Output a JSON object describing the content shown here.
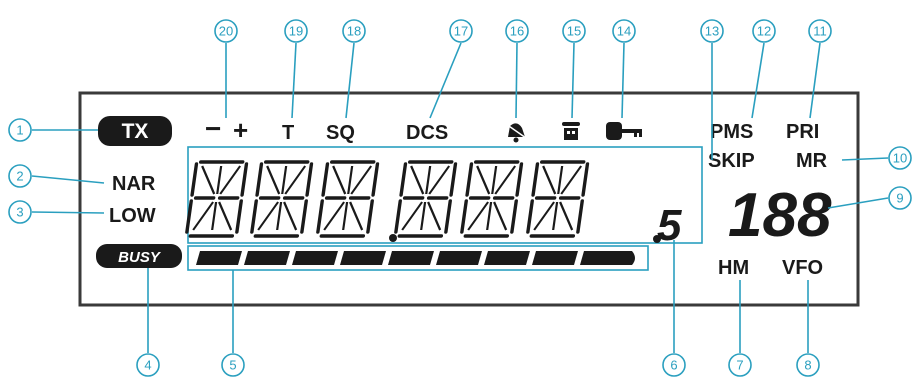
{
  "indicators": {
    "tx": "TX",
    "busy": "BUSY",
    "nar": "NAR",
    "low": "LOW",
    "minus": "−",
    "plus": "+",
    "tone": "T",
    "sq": "SQ",
    "dcs": "DCS",
    "pms": "PMS",
    "pri": "PRI",
    "skip": "SKIP",
    "mr": "MR",
    "hm": "HM",
    "vfo": "VFO",
    "channel_digits": "188",
    "small_digit": "5"
  },
  "callouts": [
    "1",
    "2",
    "3",
    "4",
    "5",
    "6",
    "7",
    "8",
    "9",
    "10",
    "11",
    "12",
    "13",
    "14",
    "15",
    "16",
    "17",
    "18",
    "19",
    "20"
  ],
  "icons": {
    "bell": "bell-icon",
    "phone": "phone-icon",
    "key": "key-icon"
  },
  "colors": {
    "callout": "#2a9fbf",
    "segment": "#1a1a1a",
    "frame": "#2a9fbf",
    "lcd_border": "#3a3a3a"
  },
  "signal_meter": {
    "segments": 9,
    "level": 1.0
  },
  "main_digits": {
    "count": 6,
    "decimal_after": 3
  }
}
